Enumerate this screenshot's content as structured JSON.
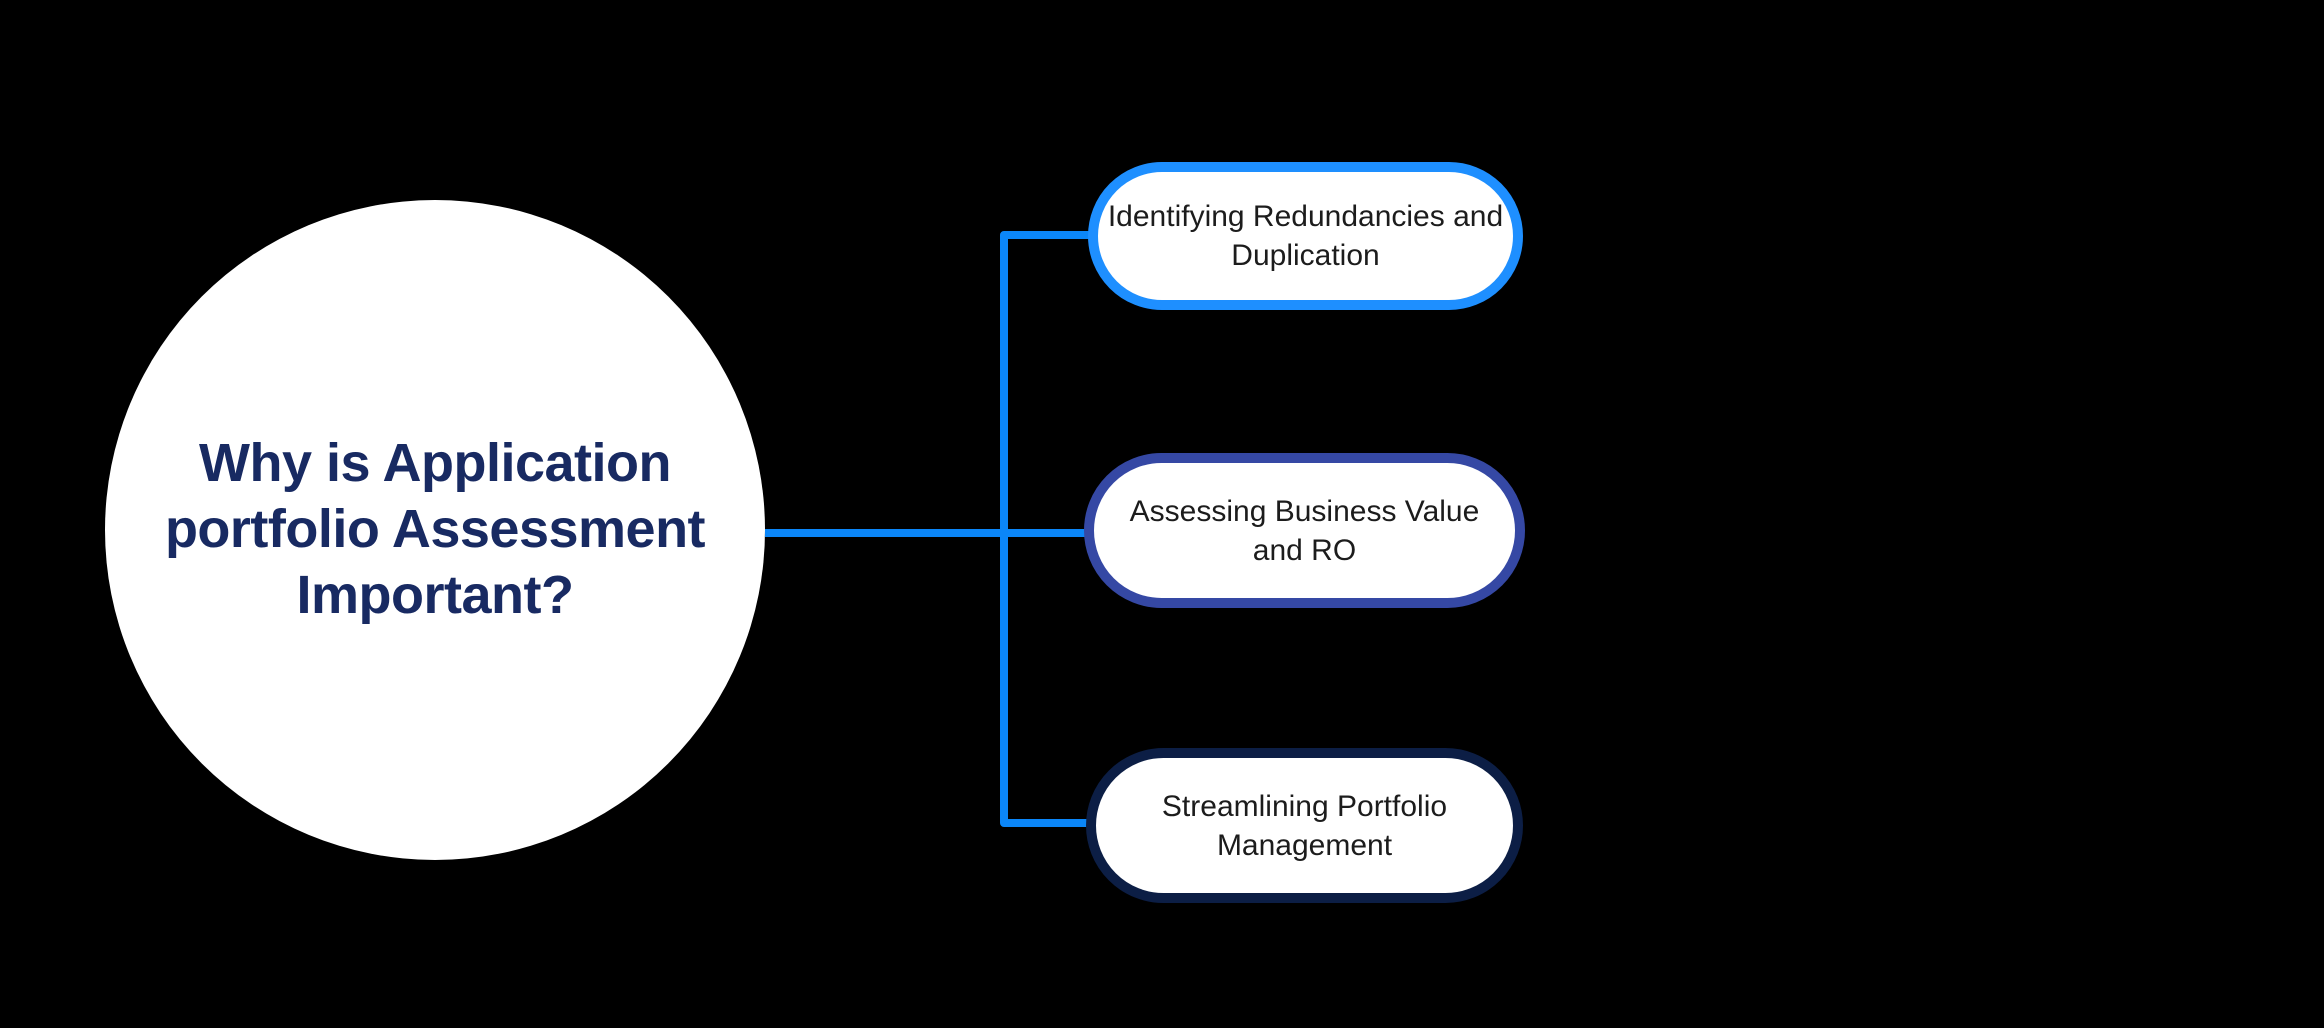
{
  "canvas": {
    "background": "#000000"
  },
  "diagram": {
    "type": "mindmap",
    "connector_color": "#0B86F8",
    "root": {
      "label": "Why is Application portfolio Assessment Important?",
      "fill": "#FFFFFF",
      "text_color": "#182A62"
    },
    "nodes": [
      {
        "label": "Identifying Redundancies and Duplication",
        "border_color": "#1E8FFF",
        "fill": "#FFFFFF",
        "text_color": "#1C1C1C"
      },
      {
        "label": "Assessing Business Value and RO",
        "border_color": "#3548A4",
        "fill": "#FFFFFF",
        "text_color": "#1C1C1C"
      },
      {
        "label": "Streamlining Portfolio Management",
        "border_color": "#0C1E45",
        "fill": "#FFFFFF",
        "text_color": "#1C1C1C"
      }
    ]
  }
}
